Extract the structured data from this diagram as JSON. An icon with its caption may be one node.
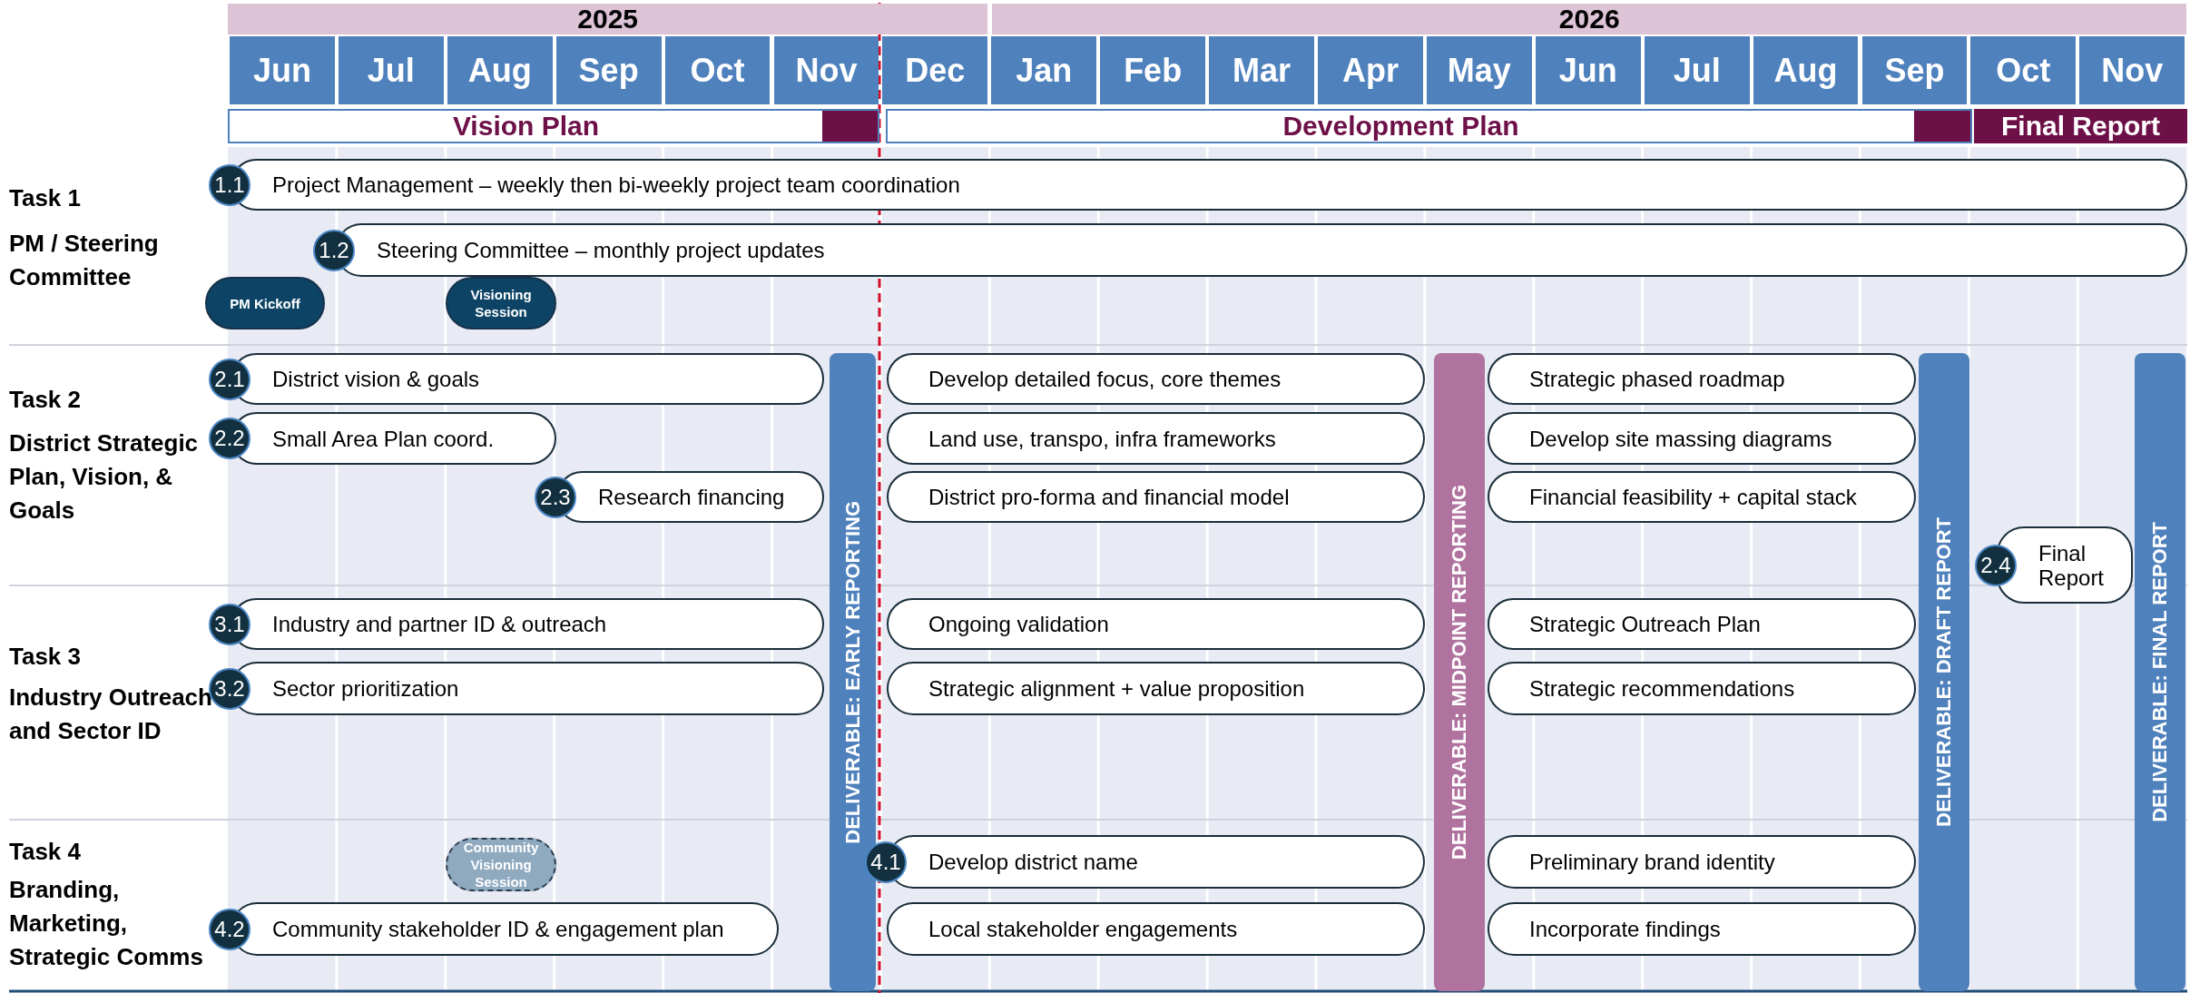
{
  "diagram": {
    "nodes": [
      {
        "text": [
          "Vision Plan"
        ]
      },
      {
        "text": [
          "Development Plan"
        ]
      },
      {
        "text": [
          "Final Report"
        ]
      },
      {
        "text": [
          "1.1",
          "Project Management – weekly then bi-weekly project team coordination"
        ]
      },
      {
        "text": [
          "1.2",
          "Steering Committee – monthly project updates"
        ]
      },
      {
        "text": [
          "PM Kickoff"
        ]
      },
      {
        "text": [
          "Visioning Session"
        ]
      },
      {
        "text": [
          "2.1",
          "District vision & goals"
        ]
      },
      {
        "text": [
          "DELIVERABLE: EARLY REPORTING"
        ]
      },
      {
        "text": [
          "Develop detailed focus, core themes"
        ]
      },
      {
        "text": [
          "DELIVERABLE: MIDPOINT REPORTING"
        ]
      },
      {
        "text": [
          "Strategic phased roadmap"
        ]
      },
      {
        "text": [
          "DELIVERABLE: DRAFT REPORT"
        ]
      },
      {
        "text": [
          "DELIVERABLE: FINAL REPORT"
        ]
      },
      {
        "text": [
          "2.2",
          "Small Area Plan coord."
        ]
      },
      {
        "text": [
          "Land use, transpo, infra frameworks"
        ]
      },
      {
        "text": [
          "Develop site massing diagrams"
        ]
      },
      {
        "text": [
          "2.3",
          "Research financing"
        ]
      },
      {
        "text": [
          "District pro-forma and financial model"
        ]
      },
      {
        "text": [
          "Financial feasibility + capital stack"
        ]
      },
      {
        "text": [
          "2.4",
          "Final Report"
        ]
      },
      {
        "text": [
          "3.1",
          "Industry and partner ID & outreach"
        ]
      },
      {
        "text": [
          "Ongoing validation"
        ]
      },
      {
        "text": [
          "Strategic Outreach Plan"
        ]
      },
      {
        "text": [
          "3.2",
          "Sector prioritization"
        ]
      },
      {
        "text": [
          "Strategic alignment + value proposition"
        ]
      },
      {
        "text": [
          "Strategic recommendations"
        ]
      },
      {
        "text": [
          "Community Visioning Session"
        ]
      },
      {
        "text": [
          "4.1",
          "Develop district name"
        ]
      },
      {
        "text": [
          "Preliminary brand identity"
        ]
      },
      {
        "text": [
          "4.2",
          "Community stakeholder ID & engagement plan"
        ]
      },
      {
        "text": [
          "Local stakeholder engagements"
        ]
      },
      {
        "text": [
          "Incorporate findings"
        ]
      }
    ],
    "labels": [
      "2025",
      "2026",
      "Jun",
      "Jul",
      "Aug",
      "Sep",
      "Oct",
      "Nov",
      "Dec",
      "Jan",
      "Feb",
      "Mar",
      "Apr",
      "May",
      "Jun",
      "Jul",
      "Aug",
      "Sep",
      "Oct",
      "Nov",
      "Task 1",
      "PM / Steering Committee",
      "Task 2",
      "District Strategic Plan, Vision, & Goals",
      "Task 3",
      "Industry Outreach and Sector ID",
      "Task 4",
      "Branding, Marketing, Strategic Comms"
    ]
  }
}
